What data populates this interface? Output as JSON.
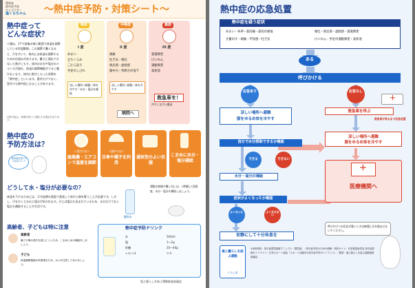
{
  "left": {
    "logo": {
      "line1": "環境省",
      "line2": "熱中症予防",
      "line3": "キャラクター",
      "name": "塩くらちゃん"
    },
    "title": "〜熱中症予防・対策シート〜",
    "sec1": {
      "heading1": "熱中症って",
      "heading2": "どんな症状？",
      "body": "人間は、37℃前後の狭い範囲で体温を調節している恒温動物。この調節で暑くなると、汗をかいて、体内には体温を調節するための仕組みがあります。暑さに適応できないと熱がこもり、体内の水分や塩分のバランスが崩れ、体温の調節機能がうまく働かなくなり、体内に熱がこもった状態を「熱中症」といいます。屋外だけでなく、室内でも熱中症になることがあります。",
      "note": "※熱中症は、時間が経つと悪化する場合があります。"
    },
    "levels": [
      {
        "label": "軽症",
        "grade": "I 度",
        "color": "#f4c22b",
        "symptoms": [
          "めまい",
          "立ちくらみ",
          "こむら返り",
          "手足のしびれ"
        ],
        "action": "涼しい場所へ移動／体を冷やす／水分・塩分を補給"
      },
      {
        "label": "中等症",
        "grade": "II 度",
        "color": "#ee8a2a",
        "symptoms": [
          "頭痛",
          "吐き気・嘔吐",
          "倦怠感・虚脱感",
          "集中力・判断力の低下"
        ],
        "action": "涼しい場所へ移動／体を冷やす",
        "hospital": "病院へ"
      },
      {
        "label": "重症",
        "grade": "III 度",
        "color": "#d9402b",
        "symptoms": [
          "意識障害",
          "けいれん",
          "運動障害",
          "高体温"
        ],
        "action": "救急車を！",
        "sub": "冷やしながら搬送"
      }
    ],
    "sec2": {
      "heading1": "熱中症の",
      "heading2": "予防方法は？",
      "bubble": "熱中症を防ぐ5つのポイント"
    },
    "tips": [
      {
        "pre": "＜室内では＞",
        "main": "扇風機・エアコンで温度を調節"
      },
      {
        "pre": "＜屋外では＞",
        "main": "日傘や帽子を利用"
      },
      {
        "pre": "",
        "main": "通気性のよい衣服"
      },
      {
        "pre": "",
        "main": "こまめに水分・塩分補給"
      }
    ],
    "sec3": {
      "heading": "どうして水・塩分が必要なの？",
      "body": "体温を下げるためには、汗が皮膚の表面で蒸発して体から熱を奪うことが必要です。しかし、汗をかくと水分と塩分が失われます。汗には塩分も含まれているため、水分だけでなく塩分も補給することが大切です。",
      "bottle": "飲料水",
      "side": "運動の前後や暑い日には、1時間に1回程度、水分・塩分を補給しましょう。"
    },
    "sec4": {
      "heading": "高齢者、子どもは特に注意",
      "elderly": "高齢者",
      "elderly_text": "暑さや喉の渇きを感じにくいため、こまめに水分補給をしましょう。",
      "child": "子ども",
      "child_text": "体温調節機能が未発達なため、大人が注意してあげましょう。"
    },
    "drink": {
      "title": "熱中症予防ドリンク",
      "ingredients": [
        {
          "name": "水",
          "amount": "500ml"
        },
        {
          "name": "塩",
          "amount": "1〜2g"
        },
        {
          "name": "砂糖",
          "amount": "20〜40g"
        },
        {
          "name": "レモン汁",
          "amount": "少々"
        }
      ]
    },
    "footer": "塩と暮らしを結ぶ運動推進協議会"
  },
  "right": {
    "title": "熱中症の応急処置",
    "suspect": "熱中症を疑う症状",
    "symptoms_left": [
      "めまい・失神・筋肉痛・筋肉の硬直",
      "大量の汗・頭痛・不快感・吐き気"
    ],
    "symptoms_right": [
      "嘔吐・倦怠感・虚脱感・意識障害",
      "けいれん・手足の運動障害・高体温"
    ],
    "yes": "ある",
    "call": "呼びかける",
    "reply_ok": "応答あり",
    "reply_ng": "応答なし",
    "cool": "涼しい場所へ避難\n服をゆるめ体を冷やす",
    "ambulance": "救急車を呼ぶ",
    "ambulance_note": "救急車が来るまで応急処置",
    "cool2": "涼しい場所へ避難\n服をゆるめ体を冷やす",
    "drink_q": "自分で水分摂取できるか確認",
    "can": "できる",
    "cannot": "できない",
    "hydrate": "水分・塩分の補給",
    "better_q": "症状がよくなったか確認",
    "better": "よくなった",
    "notbetter": "よくならない",
    "rest": "安静にして十分休息を",
    "hospital": "医療機関へ",
    "caution": "呼びかけへの反応が悪いときは無理に水を飲ませないでください。",
    "logo": "塩と暮らしを結ぶ運動",
    "logo_sub": "くらしお",
    "refs": "※参考資料：熱中症環境保健マニュアル（環境省）／熱中症予防のための情報・資料サイト／日本救急医学会 熱中症診療ガイドライン／日本スポーツ協会「スポーツ活動中の熱中症予防ガイドブック」／監修：塩と暮らしを結ぶ運動推進協議会"
  }
}
